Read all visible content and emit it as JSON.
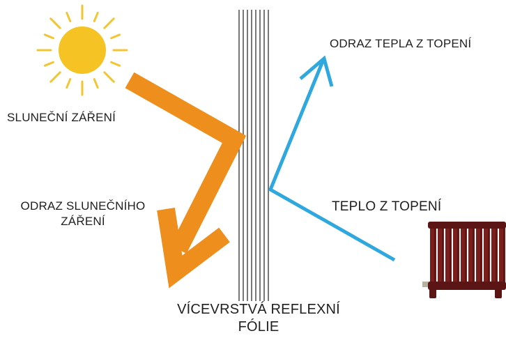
{
  "labels": {
    "solar_radiation": "SLUNEČNÍ ZÁŘENÍ",
    "solar_reflection": "ODRAZ SLUNEČNÍHO\nZÁŘENÍ",
    "heat_reflection": "ODRAZ TEPLA Z TOPENÍ",
    "heat_from_radiator": "TEPLO Z TOPENÍ",
    "foil": "VÍCEVRSTVÁ REFLEXNÍ\nFÓLIE"
  },
  "icons": {
    "sun": "sun-icon",
    "radiator": "radiator-icon"
  },
  "colors": {
    "sun": "#F6C325",
    "sun_rays": "#F2C633",
    "solar_arrow": "#EE8E1D",
    "heat_arrow": "#2EA8DE",
    "foil_lines": "#555555",
    "radiator": "#7B1F1D",
    "radiator_shade": "#5A1514"
  }
}
